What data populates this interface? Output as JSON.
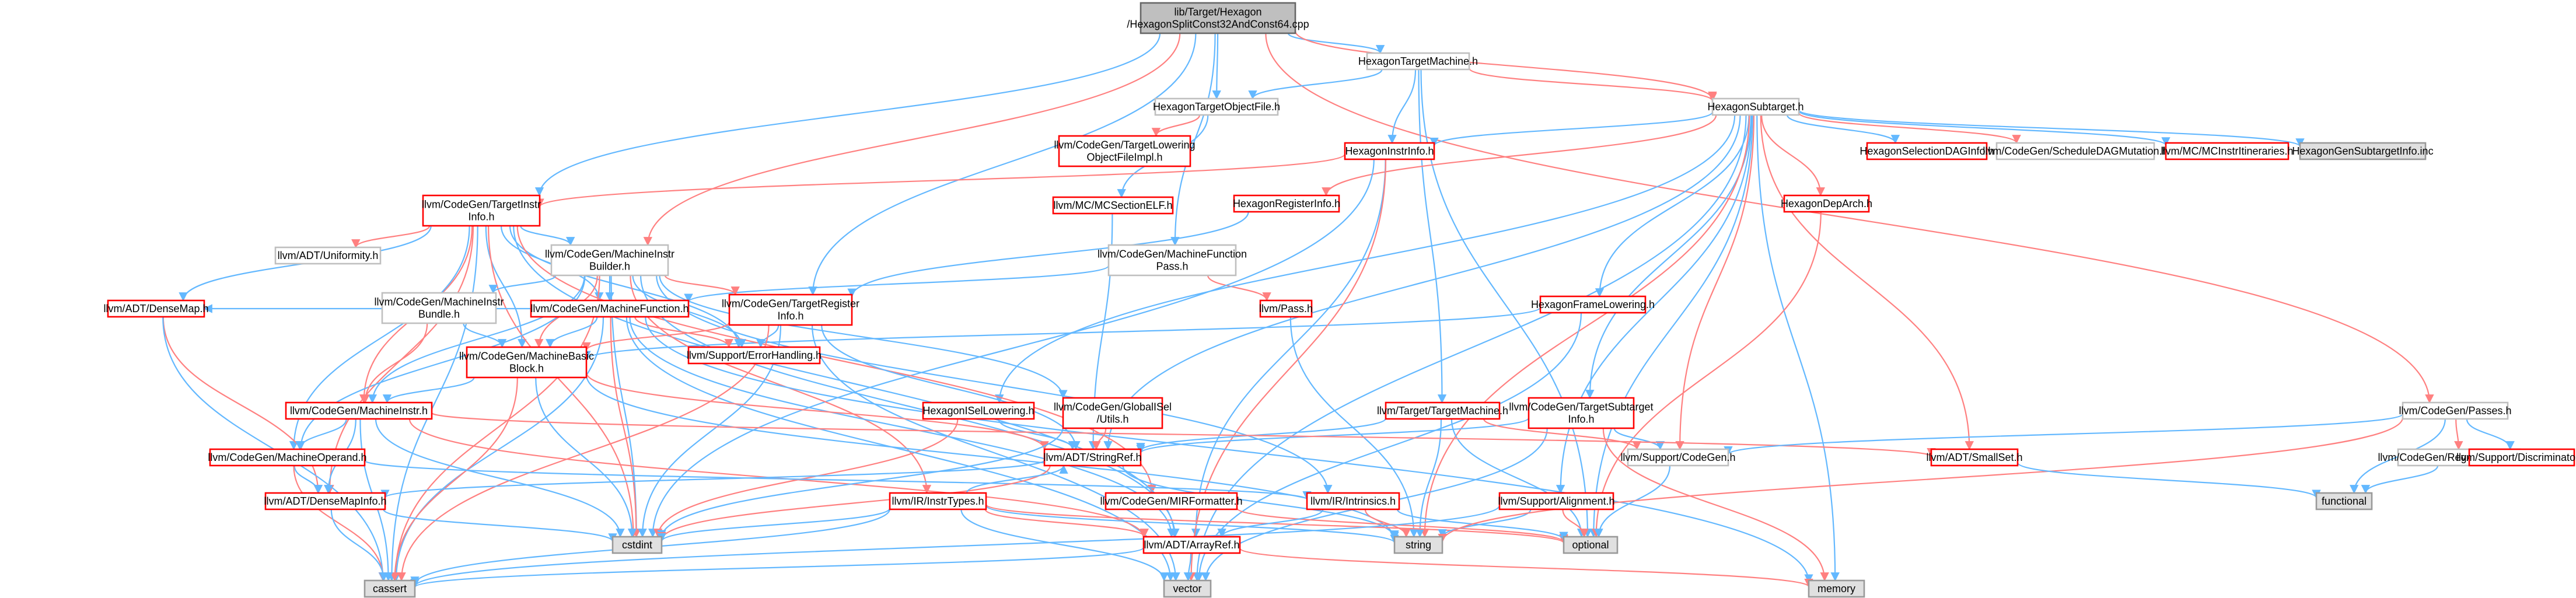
{
  "diagram": {
    "type": "include-dependency-graph",
    "root": "lib/Target/Hexagon/HexagonSplitConst32AndConst64.cpp",
    "colors": {
      "root_fill": "#bfbfbf",
      "default_fill": "#ffffff",
      "default_stroke": "#bfbfbf",
      "red_stroke": "#ff0000",
      "external_fill": "#e0e0e0",
      "external_stroke": "#999999",
      "edge_blue": "#63b8ff",
      "edge_red": "#ff8080"
    },
    "nodes": [
      {
        "id": "root",
        "lines": [
          "lib/Target/Hexagon",
          "/HexagonSplitConst32AndConst64.cpp"
        ],
        "style": "root"
      },
      {
        "id": "htm",
        "lines": [
          "HexagonTargetMachine.h"
        ],
        "style": "normal"
      },
      {
        "id": "hst",
        "lines": [
          "HexagonSubtarget.h"
        ],
        "style": "normal"
      },
      {
        "id": "htof",
        "lines": [
          "HexagonTargetObjectFile.h"
        ],
        "style": "normal"
      },
      {
        "id": "tlof",
        "lines": [
          "llvm/CodeGen/TargetLowering",
          "ObjectFileImpl.h"
        ],
        "style": "red"
      },
      {
        "id": "mcse",
        "lines": [
          "llvm/MC/MCSectionELF.h"
        ],
        "style": "red"
      },
      {
        "id": "mfp",
        "lines": [
          "llvm/CodeGen/MachineFunction",
          "Pass.h"
        ],
        "style": "normal"
      },
      {
        "id": "passh",
        "lines": [
          "llvm/Pass.h"
        ],
        "style": "red"
      },
      {
        "id": "hii",
        "lines": [
          "HexagonInstrInfo.h"
        ],
        "style": "red"
      },
      {
        "id": "hri",
        "lines": [
          "HexagonRegisterInfo.h"
        ],
        "style": "red"
      },
      {
        "id": "tii",
        "lines": [
          "llvm/CodeGen/TargetInstr",
          "Info.h"
        ],
        "style": "red"
      },
      {
        "id": "unif",
        "lines": [
          "llvm/ADT/Uniformity.h"
        ],
        "style": "normal"
      },
      {
        "id": "mib",
        "lines": [
          "llvm/CodeGen/MachineInstr",
          "Builder.h"
        ],
        "style": "normal"
      },
      {
        "id": "mibun",
        "lines": [
          "llvm/CodeGen/MachineInstr",
          "Bundle.h"
        ],
        "style": "normal"
      },
      {
        "id": "mf",
        "lines": [
          "llvm/CodeGen/MachineFunction.h"
        ],
        "style": "red"
      },
      {
        "id": "tri",
        "lines": [
          "llvm/CodeGen/TargetRegister",
          "Info.h"
        ],
        "style": "red"
      },
      {
        "id": "dmap",
        "lines": [
          "llvm/ADT/DenseMap.h"
        ],
        "style": "red"
      },
      {
        "id": "mbb",
        "lines": [
          "llvm/CodeGen/MachineBasic",
          "Block.h"
        ],
        "style": "red"
      },
      {
        "id": "errh",
        "lines": [
          "llvm/Support/ErrorHandling.h"
        ],
        "style": "red"
      },
      {
        "id": "mi",
        "lines": [
          "llvm/CodeGen/MachineInstr.h"
        ],
        "style": "red"
      },
      {
        "id": "mo",
        "lines": [
          "llvm/CodeGen/MachineOperand.h"
        ],
        "style": "red"
      },
      {
        "id": "dmi",
        "lines": [
          "llvm/ADT/DenseMapInfo.h"
        ],
        "style": "red"
      },
      {
        "id": "hsl",
        "lines": [
          "HexagonISelLowering.h"
        ],
        "style": "red"
      },
      {
        "id": "gisu",
        "lines": [
          "llvm/CodeGen/GlobalISel",
          "/Utils.h"
        ],
        "style": "red"
      },
      {
        "id": "sref",
        "lines": [
          "llvm/ADT/StringRef.h"
        ],
        "style": "red"
      },
      {
        "id": "iit",
        "lines": [
          "llvm/IR/InstrTypes.h"
        ],
        "style": "red"
      },
      {
        "id": "mirf",
        "lines": [
          "llvm/CodeGen/MIRFormatter.h"
        ],
        "style": "red"
      },
      {
        "id": "intr",
        "lines": [
          "llvm/IR/Intrinsics.h"
        ],
        "style": "red"
      },
      {
        "id": "aref",
        "lines": [
          "llvm/ADT/ArrayRef.h"
        ],
        "style": "red"
      },
      {
        "id": "ttm",
        "lines": [
          "llvm/Target/TargetMachine.h"
        ],
        "style": "red"
      },
      {
        "id": "tsi",
        "lines": [
          "llvm/CodeGen/TargetSubtarget",
          "Info.h"
        ],
        "style": "red"
      },
      {
        "id": "scg",
        "lines": [
          "llvm/Support/CodeGen.h"
        ],
        "style": "normal"
      },
      {
        "id": "salign",
        "lines": [
          "llvm/Support/Alignment.h"
        ],
        "style": "red"
      },
      {
        "id": "hfl",
        "lines": [
          "HexagonFrameLowering.h"
        ],
        "style": "red"
      },
      {
        "id": "hdep",
        "lines": [
          "HexagonDepArch.h"
        ],
        "style": "red"
      },
      {
        "id": "hsdag",
        "lines": [
          "HexagonSelectionDAGInfo.h"
        ],
        "style": "red"
      },
      {
        "id": "sdm",
        "lines": [
          "llvm/CodeGen/ScheduleDAGMutation.h"
        ],
        "style": "normal"
      },
      {
        "id": "mcii",
        "lines": [
          "llvm/MC/MCInstrItineraries.h"
        ],
        "style": "red"
      },
      {
        "id": "hgen",
        "lines": [
          "HexagonGenSubtargetInfo.inc"
        ],
        "style": "external"
      },
      {
        "id": "passes",
        "lines": [
          "llvm/CodeGen/Passes.h"
        ],
        "style": "normal"
      },
      {
        "id": "sset",
        "lines": [
          "llvm/ADT/SmallSet.h"
        ],
        "style": "red"
      },
      {
        "id": "rac",
        "lines": [
          "llvm/CodeGen/RegAllocCommon.h"
        ],
        "style": "normal"
      },
      {
        "id": "disc",
        "lines": [
          "llvm/Support/Discriminator.h"
        ],
        "style": "red"
      },
      {
        "id": "functional",
        "lines": [
          "functional"
        ],
        "style": "external"
      },
      {
        "id": "cstdint",
        "lines": [
          "cstdint"
        ],
        "style": "external"
      },
      {
        "id": "cassert",
        "lines": [
          "cassert"
        ],
        "style": "external"
      },
      {
        "id": "vector",
        "lines": [
          "vector"
        ],
        "style": "external"
      },
      {
        "id": "string",
        "lines": [
          "string"
        ],
        "style": "external"
      },
      {
        "id": "optional",
        "lines": [
          "optional"
        ],
        "style": "external"
      },
      {
        "id": "memory",
        "lines": [
          "memory"
        ],
        "style": "external"
      }
    ],
    "edges": [
      [
        "root",
        "htm"
      ],
      [
        "root",
        "hst"
      ],
      [
        "root",
        "htof"
      ],
      [
        "root",
        "mfp"
      ],
      [
        "root",
        "mib"
      ],
      [
        "root",
        "tii"
      ],
      [
        "root",
        "tri"
      ],
      [
        "root",
        "passes"
      ],
      [
        "htm",
        "htof"
      ],
      [
        "htm",
        "hii"
      ],
      [
        "htm",
        "hst"
      ],
      [
        "htm",
        "ttm"
      ],
      [
        "htm",
        "optional"
      ],
      [
        "htof",
        "tlof"
      ],
      [
        "htof",
        "mcse"
      ],
      [
        "mcse",
        "sref"
      ],
      [
        "mfp",
        "passh"
      ],
      [
        "mfp",
        "mf"
      ],
      [
        "passh",
        "string"
      ],
      [
        "hst",
        "hdep"
      ],
      [
        "hst",
        "hfl"
      ],
      [
        "hst",
        "hii"
      ],
      [
        "hst",
        "hri"
      ],
      [
        "hst",
        "hsl"
      ],
      [
        "hst",
        "hsdag"
      ],
      [
        "hst",
        "sdm"
      ],
      [
        "hst",
        "mcii"
      ],
      [
        "hst",
        "hgen"
      ],
      [
        "hst",
        "sset"
      ],
      [
        "hst",
        "sref"
      ],
      [
        "hst",
        "tsi"
      ],
      [
        "hst",
        "scg"
      ],
      [
        "hst",
        "salign"
      ],
      [
        "hst",
        "memory"
      ],
      [
        "hst",
        "string"
      ],
      [
        "hst",
        "vector"
      ],
      [
        "hst",
        "optional"
      ],
      [
        "hdep",
        "optional"
      ],
      [
        "hfl",
        "mbb"
      ],
      [
        "hfl",
        "vector"
      ],
      [
        "hii",
        "tii"
      ],
      [
        "hii",
        "cstdint"
      ],
      [
        "hii",
        "aref"
      ],
      [
        "hii",
        "vector"
      ],
      [
        "hri",
        "tri"
      ],
      [
        "hsl",
        "sref"
      ],
      [
        "hsl",
        "cstdint"
      ],
      [
        "tsi",
        "sref"
      ],
      [
        "tsi",
        "scg"
      ],
      [
        "tsi",
        "memory"
      ],
      [
        "tsi",
        "vector"
      ],
      [
        "ttm",
        "sref"
      ],
      [
        "ttm",
        "scg"
      ],
      [
        "ttm",
        "optional"
      ],
      [
        "ttm",
        "string"
      ],
      [
        "tii",
        "unif"
      ],
      [
        "tii",
        "mib"
      ],
      [
        "tii",
        "dmap"
      ],
      [
        "tii",
        "dmi"
      ],
      [
        "tii",
        "mbb"
      ],
      [
        "tii",
        "mf"
      ],
      [
        "tii",
        "mi"
      ],
      [
        "tii",
        "mo"
      ],
      [
        "tii",
        "errh"
      ],
      [
        "tii",
        "mirf"
      ],
      [
        "tii",
        "aref"
      ],
      [
        "tii",
        "cassert"
      ],
      [
        "tii",
        "cstdint"
      ],
      [
        "mib",
        "mibun"
      ],
      [
        "mib",
        "mf"
      ],
      [
        "mib",
        "mbb"
      ],
      [
        "mib",
        "mi"
      ],
      [
        "mib",
        "mo"
      ],
      [
        "mib",
        "tri"
      ],
      [
        "mib",
        "errh"
      ],
      [
        "mib",
        "gisu"
      ],
      [
        "mib",
        "iit"
      ],
      [
        "mib",
        "intr"
      ],
      [
        "mib",
        "aref"
      ],
      [
        "mib",
        "cassert"
      ],
      [
        "mib",
        "cstdint"
      ],
      [
        "mibun",
        "mbb"
      ],
      [
        "mibun",
        "mi"
      ],
      [
        "mf",
        "dmap"
      ],
      [
        "mf",
        "mbb"
      ],
      [
        "mf",
        "errh"
      ],
      [
        "mf",
        "aref"
      ],
      [
        "mf",
        "cassert"
      ],
      [
        "mf",
        "cstdint"
      ],
      [
        "mf",
        "memory"
      ],
      [
        "mf",
        "vector"
      ],
      [
        "tri",
        "mbb"
      ],
      [
        "tri",
        "errh"
      ],
      [
        "tri",
        "sref"
      ],
      [
        "tri",
        "cassert"
      ],
      [
        "tri",
        "cstdint"
      ],
      [
        "tri",
        "vector"
      ],
      [
        "dmap",
        "dmi"
      ],
      [
        "dmap",
        "cassert"
      ],
      [
        "mbb",
        "mi"
      ],
      [
        "mbb",
        "cassert"
      ],
      [
        "mbb",
        "cstdint"
      ],
      [
        "mbb",
        "string"
      ],
      [
        "mbb",
        "sref"
      ],
      [
        "mi",
        "mo"
      ],
      [
        "mi",
        "dmi"
      ],
      [
        "mi",
        "aref"
      ],
      [
        "mi",
        "cassert"
      ],
      [
        "mi",
        "cstdint"
      ],
      [
        "mi",
        "sset"
      ],
      [
        "mo",
        "dmi"
      ],
      [
        "mo",
        "intr"
      ],
      [
        "mo",
        "cassert"
      ],
      [
        "dmi",
        "cstdint"
      ],
      [
        "dmi",
        "cassert"
      ],
      [
        "gisu",
        "sref"
      ],
      [
        "gisu",
        "cstdint"
      ],
      [
        "sref",
        "dmi"
      ],
      [
        "sref",
        "cstdint"
      ],
      [
        "sref",
        "string"
      ],
      [
        "iit",
        "sref"
      ],
      [
        "iit",
        "aref"
      ],
      [
        "iit",
        "cassert"
      ],
      [
        "iit",
        "cstdint"
      ],
      [
        "iit",
        "optional"
      ],
      [
        "iit",
        "string"
      ],
      [
        "iit",
        "vector"
      ],
      [
        "mirf",
        "optional"
      ],
      [
        "intr",
        "aref"
      ],
      [
        "intr",
        "optional"
      ],
      [
        "intr",
        "string"
      ],
      [
        "aref",
        "vector"
      ],
      [
        "aref",
        "cassert"
      ],
      [
        "aref",
        "memory"
      ],
      [
        "scg",
        "optional"
      ],
      [
        "salign",
        "cassert"
      ],
      [
        "salign",
        "optional"
      ],
      [
        "salign",
        "string"
      ],
      [
        "passes",
        "scg"
      ],
      [
        "passes",
        "rac"
      ],
      [
        "passes",
        "disc"
      ],
      [
        "passes",
        "functional"
      ],
      [
        "passes",
        "string"
      ],
      [
        "rac",
        "functional"
      ],
      [
        "sset",
        "functional"
      ]
    ]
  }
}
